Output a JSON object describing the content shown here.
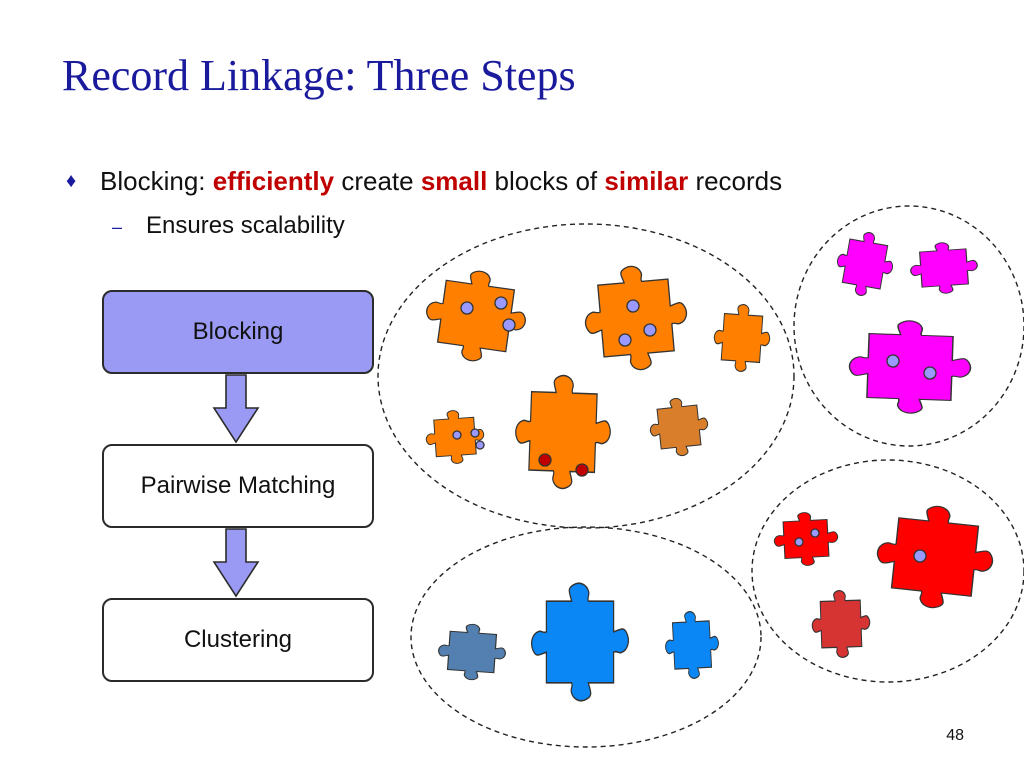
{
  "slide": {
    "title": "Record Linkage: Three Steps",
    "bullet": {
      "marker": "♦",
      "parts": [
        "Blocking: ",
        "efficiently",
        " create ",
        "small",
        " blocks of ",
        "similar",
        " records"
      ]
    },
    "sub_bullet": {
      "marker": "–",
      "text": "Ensures scalability"
    },
    "steps": [
      "Blocking",
      "Pairwise Matching",
      "Clustering"
    ],
    "page_number": "48"
  },
  "colors": {
    "title": "#1a1a9c",
    "highlight": "#c00000",
    "active_step": "#9a9af5",
    "orange": "#ff8000",
    "magenta": "#ff00ff",
    "red": "#ff0000",
    "blue": "#0080ff",
    "dot": "#9999ff"
  },
  "icons": [
    "puzzle-piece-icon"
  ]
}
